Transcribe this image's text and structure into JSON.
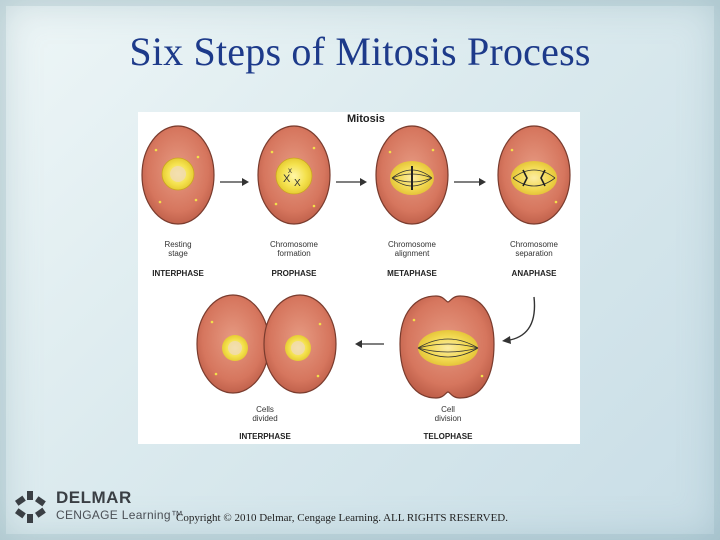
{
  "title": "Six Steps of Mitosis Process",
  "diagram": {
    "heading": "Mitosis",
    "stages": [
      {
        "caption": [
          "Resting",
          "stage"
        ],
        "phase": "INTERPHASE"
      },
      {
        "caption": [
          "Chromosome",
          "formation"
        ],
        "phase": "PROPHASE"
      },
      {
        "caption": [
          "Chromosome",
          "alignment"
        ],
        "phase": "METAPHASE"
      },
      {
        "caption": [
          "Chromosome",
          "separation"
        ],
        "phase": "ANAPHASE"
      },
      {
        "caption": [
          "Cells",
          "divided"
        ],
        "phase": "INTERPHASE"
      },
      {
        "caption": [
          "Cell",
          "division"
        ],
        "phase": "TELOPHASE"
      }
    ],
    "colors": {
      "cytoplasm": "#d87c64",
      "nucleus": "#f3e04a",
      "chromosome": "#333333"
    }
  },
  "logo": {
    "top": "DELMAR",
    "bottom": "CENGAGE Learning™"
  },
  "copyright": "Copyright © 2010 Delmar, Cengage Learning. ALL RIGHTS RESERVED."
}
